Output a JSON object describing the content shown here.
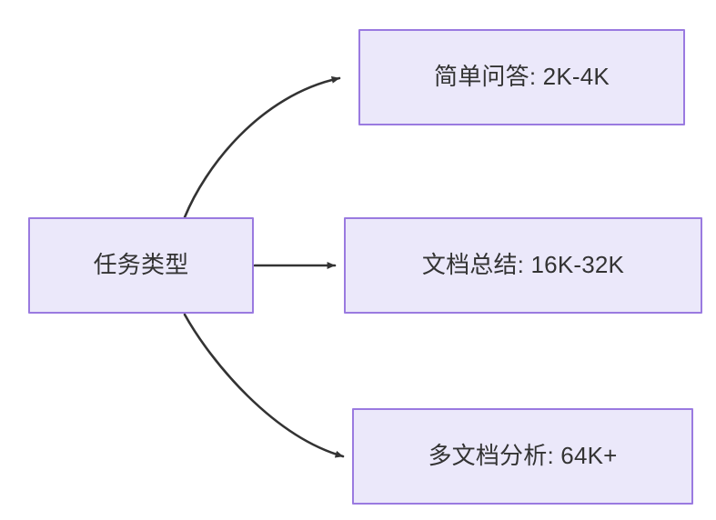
{
  "diagram": {
    "type": "flowchart",
    "direction": "left-to-right",
    "background_color": "#ffffff",
    "node_fill_color": "#ebe8fa",
    "node_border_color": "#9a7ae0",
    "text_color": "#333333",
    "edge_color": "#333333",
    "nodes": [
      {
        "id": "source",
        "name": "task-type",
        "label": "任务类型",
        "role": "root"
      },
      {
        "id": "simple-qa",
        "name": "simple-qa",
        "label": "简单问答: 2K-4K",
        "role": "leaf"
      },
      {
        "id": "doc-summary",
        "name": "doc-summary",
        "label": "文档总结: 16K-32K",
        "role": "leaf"
      },
      {
        "id": "multi-doc",
        "name": "multi-doc",
        "label": "多文档分析: 64K+",
        "role": "leaf"
      }
    ],
    "edges": [
      {
        "id": "edge-to-simple-qa",
        "from": "source",
        "to": "simple-qa",
        "style": "curved",
        "arrowhead": "filled-triangle"
      },
      {
        "id": "edge-to-doc-summary",
        "from": "source",
        "to": "doc-summary",
        "style": "straight",
        "arrowhead": "filled-triangle"
      },
      {
        "id": "edge-to-multi-doc",
        "from": "source",
        "to": "multi-doc",
        "style": "curved",
        "arrowhead": "filled-triangle"
      }
    ]
  }
}
